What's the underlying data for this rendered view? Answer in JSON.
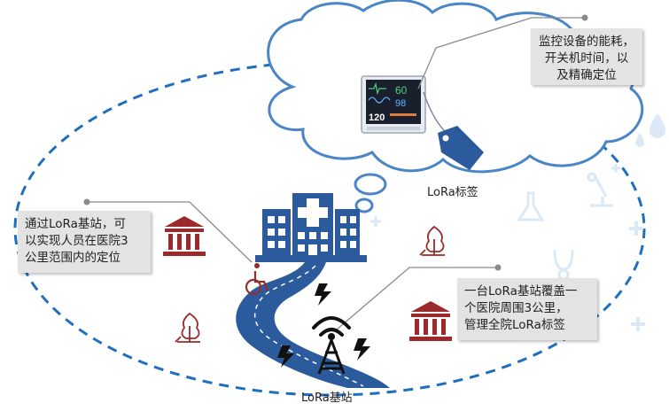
{
  "callouts": {
    "monitor_info": {
      "lines": [
        "监控设备的能耗，",
        "开关机时间，以",
        "及精确定位"
      ]
    },
    "personnel_location": {
      "lines": [
        "通过LoRa基站，可",
        "以实现人员在医院3",
        "公里范围内的定位"
      ]
    },
    "coverage": {
      "lines": [
        "一台LoRa基站覆盖一",
        "个医院周围3公里，",
        "管理全院LoRa标签"
      ]
    }
  },
  "labels": {
    "lora_tag": "LoRa标签",
    "lora_station": "LoRa基站"
  },
  "monitor_screen": {
    "hr": "60",
    "spo2": "98",
    "bp": "120"
  },
  "colors": {
    "primary_blue": "#2b5b9c",
    "cloud_stroke": "#4a86c5",
    "dash_blue": "#1f6fbf",
    "dark_red": "#9c2a2a",
    "callout_bg": "#e3e3e3",
    "faint_blue": "#dbe9f6"
  },
  "icons": [
    "hospital-icon",
    "tag-icon",
    "patient-monitor-icon",
    "radio-tower-icon",
    "lightning-icon",
    "wheelchair-icon",
    "bank-icon",
    "tree-icon",
    "water-drop-icon",
    "plus-icon",
    "microscope-icon",
    "flask-icon"
  ]
}
